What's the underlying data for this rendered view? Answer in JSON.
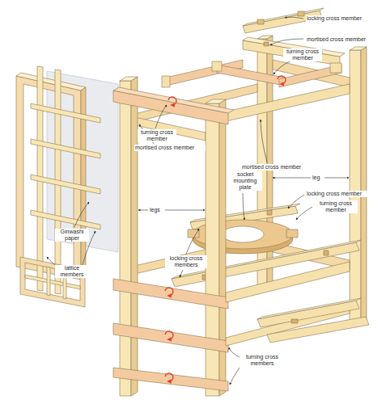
{
  "diagram": {
    "labels": [
      "locking cross member",
      "mortised cross member",
      "turning cross member",
      "turning cross member",
      "mortised cross member",
      "mortised cross member",
      "leg",
      "socket mounting plate",
      "legs",
      "locking cross member",
      "turning cross member",
      "locking cross members",
      "Ginwashi paper",
      "lattice members",
      "turning cross members"
    ]
  }
}
